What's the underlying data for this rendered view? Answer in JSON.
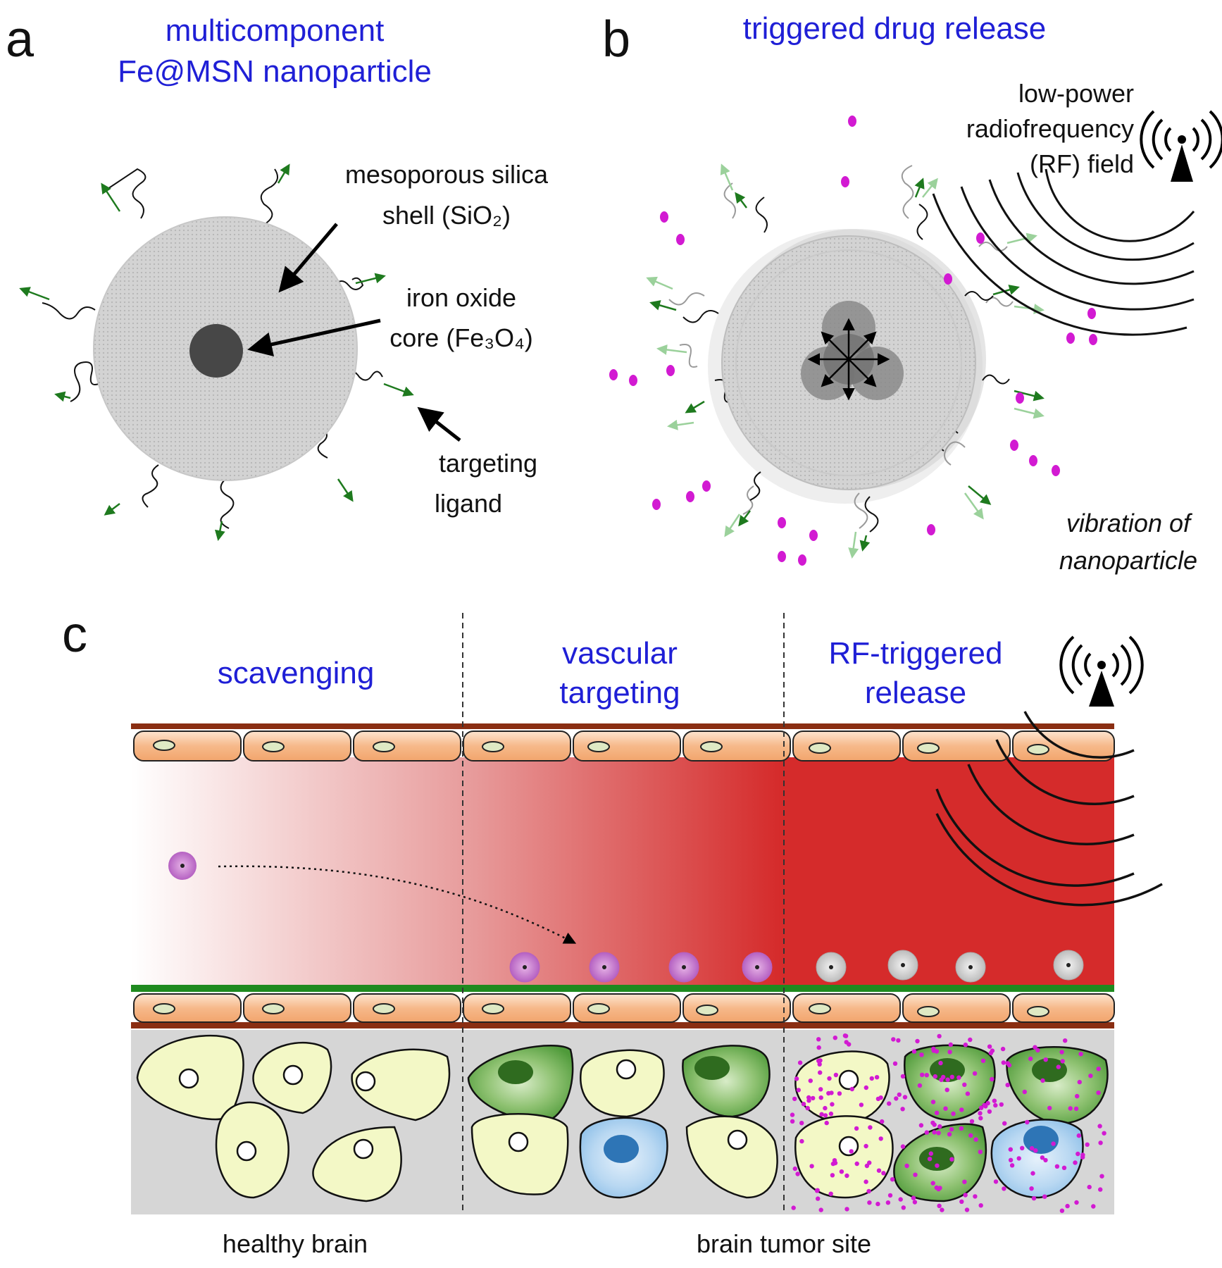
{
  "panel_a": {
    "letter": "a",
    "title_line1": "multicomponent",
    "title_line2": "Fe@MSN nanoparticle",
    "shell_label_line1": "mesoporous silica",
    "shell_label_line2": "shell (SiO₂)",
    "core_label_line1": "iron oxide",
    "core_label_line2": "core (Fe₃O₄)",
    "ligand_label_line1": "targeting",
    "ligand_label_line2": "ligand"
  },
  "panel_b": {
    "letter": "b",
    "title": "triggered drug release",
    "rf_label_line1": "low-power",
    "rf_label_line2": "radiofrequency",
    "rf_label_line3": "(RF) field",
    "vibration_line1": "vibration of",
    "vibration_line2": "nanoparticle"
  },
  "panel_c": {
    "letter": "c",
    "section1_title": "scavenging",
    "section2_title_line1": "vascular",
    "section2_title_line2": "targeting",
    "section3_title_line1": "RF-triggered",
    "section3_title_line2": "release",
    "bottom_left": "healthy brain",
    "bottom_right": "brain tumor site"
  },
  "colors": {
    "title_blue": "#1f1fd6",
    "ligand_green": "#1e7a1e",
    "drug_magenta": "#d21ad2",
    "vessel_red": "#d52b2b",
    "endothelial_orange": "#f6b98a",
    "membrane_brown": "#8a2e12",
    "basement_green": "#1f8a1f",
    "tissue_gray": "#d6d6d6",
    "healthy_cell": "#f3f8c6",
    "tumor_cell_green": "#6aa84f",
    "tumor_cell_blue": "#2e75b6"
  }
}
